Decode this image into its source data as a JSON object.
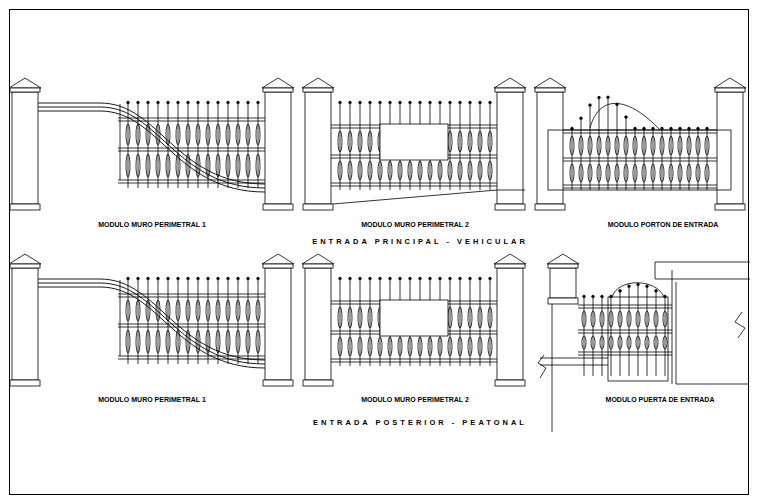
{
  "diagram": {
    "labels": [
      "MODULO MURO PERIMETRAL 1",
      "MODULO MURO PERIMETRAL 2",
      "MODULO PORTON DE ENTRADA",
      "ENTRADA PRINCIPAL - VEHICULAR",
      "MODULO MURO PERIMETRAL 1",
      "MODULO MURO PERIMETRAL 2",
      "MODULO PUERTA DE ENTRADA",
      "ENTRADA POSTERIOR - PEATONAL"
    ]
  }
}
